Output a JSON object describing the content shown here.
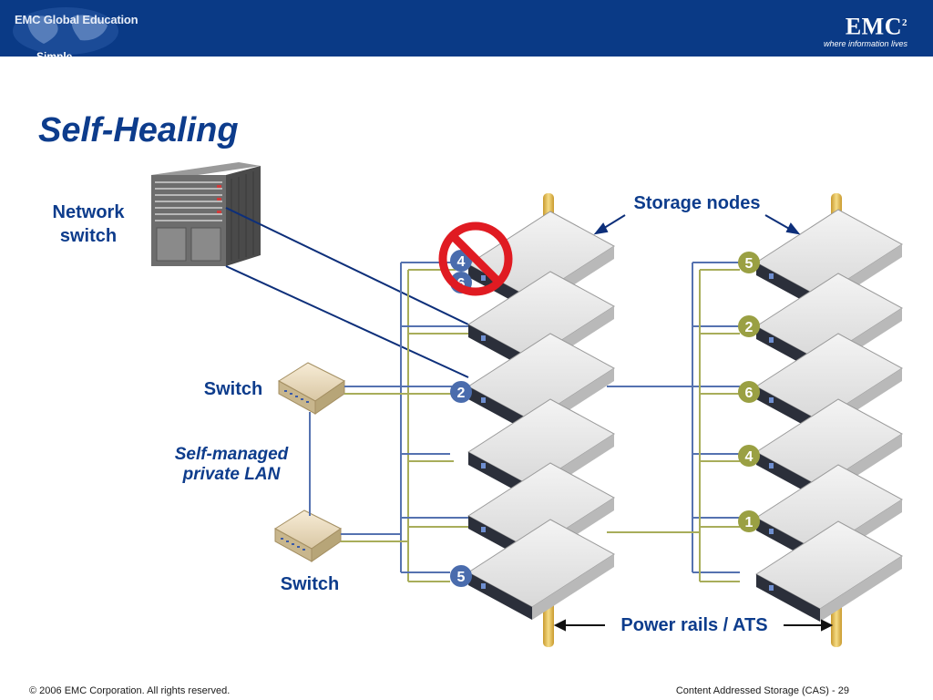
{
  "header": {
    "edu_logo_text": "EMC Global Education",
    "emc_logo": "EMC",
    "emc_superscript": "2",
    "emc_tagline": "where information lives",
    "cutoff_text": "Simple"
  },
  "slide": {
    "title": "Self-Healing"
  },
  "labels": {
    "network_switch_line1": "Network",
    "network_switch_line2": "switch",
    "switch_top": "Switch",
    "lan_line1": "Self-managed",
    "lan_line2": "private LAN",
    "switch_bottom": "Switch",
    "storage_nodes": "Storage nodes",
    "power_rails": "Power rails / ATS"
  },
  "left_stack_badges": [
    "4",
    "6",
    "2",
    "5"
  ],
  "right_stack_badges": [
    "5",
    "2",
    "6",
    "4",
    "1"
  ],
  "colors": {
    "banner": "#0a3a86",
    "title": "#0d3c8c",
    "cable_blue": "#5572b0",
    "cable_olive": "#a8ad5a",
    "badge_blue": "#4a6cad",
    "badge_olive": "#9aa043",
    "rail": "#e8c25a",
    "prohibit": "#e01b22"
  },
  "footer": {
    "copyright": "© 2006 EMC Corporation. All rights reserved.",
    "course": "Content Addressed Storage (CAS)",
    "page": "- 29"
  }
}
